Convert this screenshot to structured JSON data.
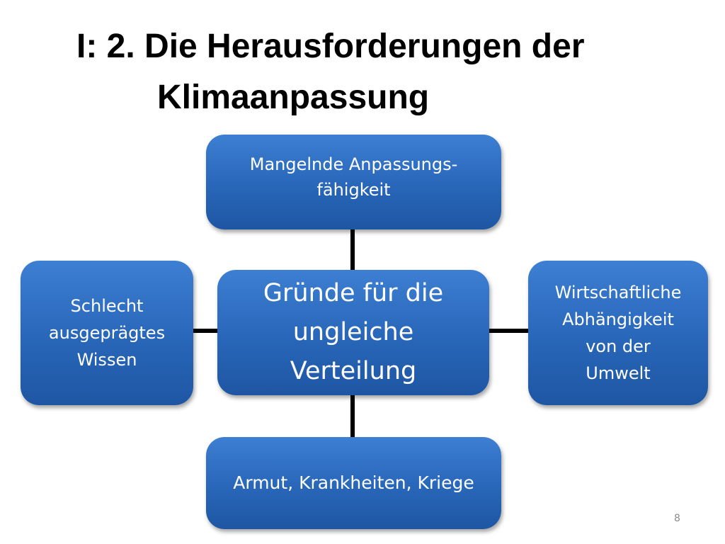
{
  "slide": {
    "title_line1": "I: 2. Die Herausforderungen der",
    "title_line2": "Klimaanpassung",
    "page_number": "8"
  },
  "diagram": {
    "center": {
      "lines": [
        "Gründe für die",
        "ungleiche",
        "Verteilung"
      ]
    },
    "nodes": {
      "top": {
        "lines": [
          "Mangelnde Anpassungs-",
          "fähigkeit"
        ]
      },
      "left": {
        "lines": [
          "Schlecht",
          "ausgeprägtes",
          "Wissen"
        ]
      },
      "right": {
        "lines": [
          "Wirtschaftliche",
          "Abhängigkeit",
          "von der",
          "Umwelt"
        ]
      },
      "bottom": {
        "lines": [
          "Armut, Krankheiten, Kriege"
        ]
      }
    },
    "colors": {
      "box_fill": "#2a68bb",
      "box_text": "#ffffff",
      "connector": "#000000"
    }
  }
}
